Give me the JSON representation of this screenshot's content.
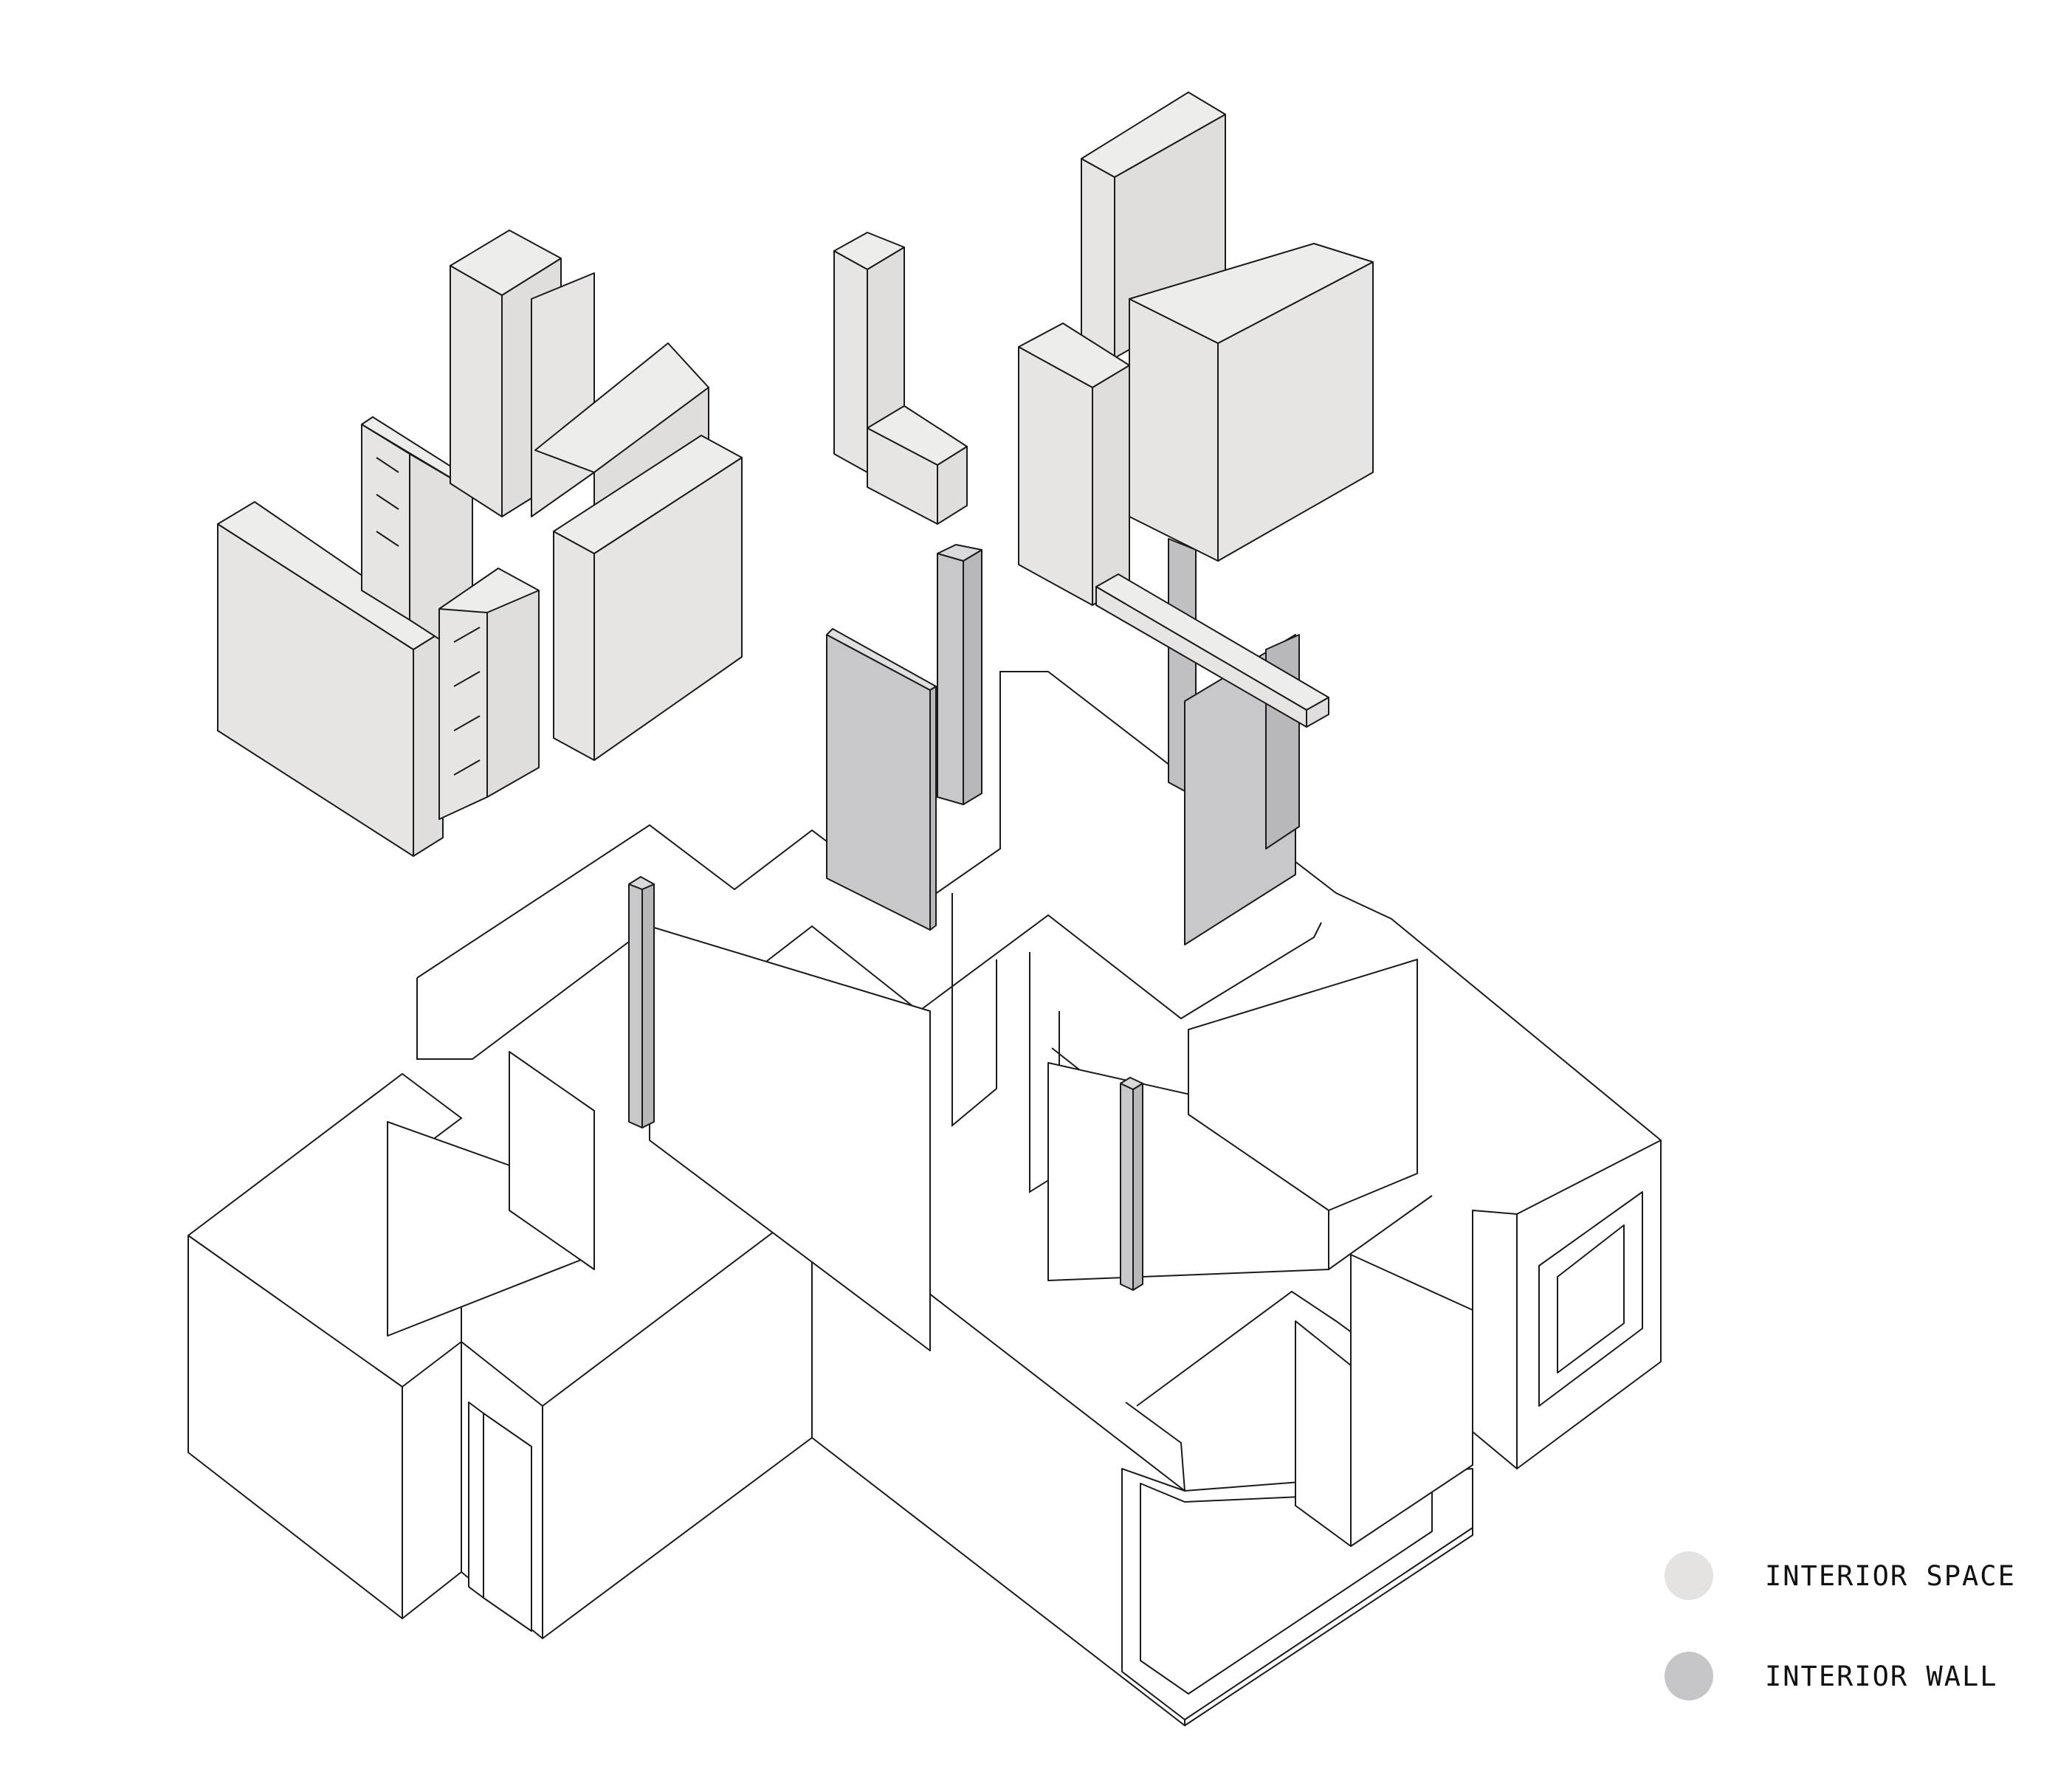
{
  "diagram": {
    "type": "exploded isometric floor plan"
  },
  "legend": {
    "items": [
      {
        "label": "INTERIOR SPACE",
        "color": "#e4e3e1",
        "icon": "circle-swatch"
      },
      {
        "label": "INTERIOR WALL",
        "color": "#c6c6c8",
        "icon": "circle-swatch"
      }
    ]
  },
  "colors": {
    "interior_space_top": "#ededeb",
    "interior_space_left": "#e6e5e3",
    "interior_space_right": "#dfdedc",
    "interior_wall": "#c8c8ca",
    "interior_wall_dark": "#b8b8ba",
    "line": "#1a1a1a"
  }
}
